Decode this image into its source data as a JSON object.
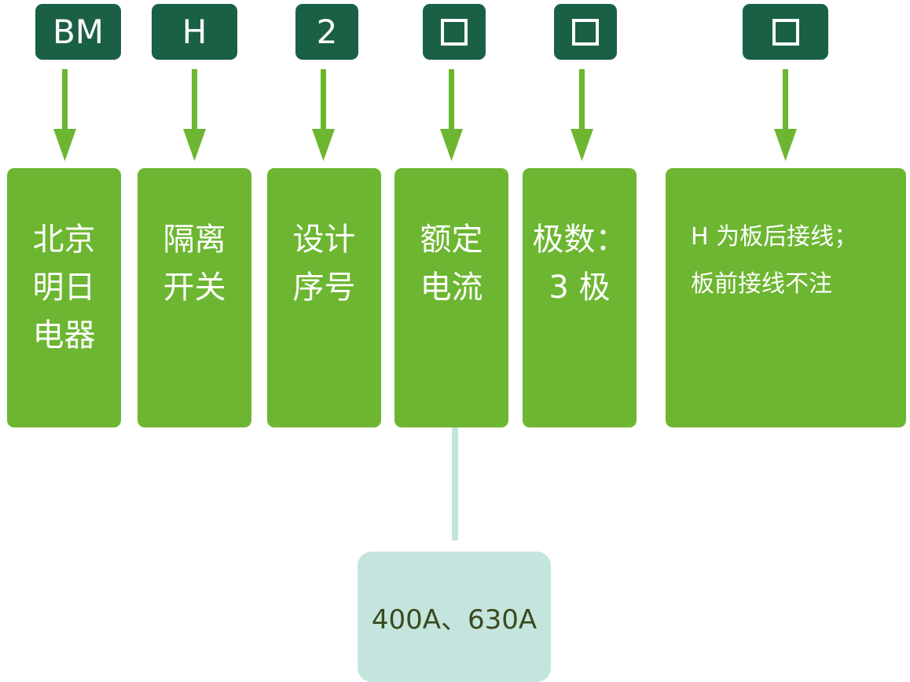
{
  "colors": {
    "code_box": "#1a6045",
    "desc_box": "#6db631",
    "arrow": "#6db631",
    "note_box": "#c4e5de",
    "note_text": "#3a4a1d"
  },
  "segments": [
    {
      "code": "BM",
      "placeholder": false,
      "desc": "北京\n明日\n电器"
    },
    {
      "code": "H",
      "placeholder": false,
      "desc": "隔离\n开关"
    },
    {
      "code": "2",
      "placeholder": false,
      "desc": "设计\n序号"
    },
    {
      "code": "",
      "placeholder": true,
      "desc": "额定\n电流"
    },
    {
      "code": "",
      "placeholder": true,
      "desc": "极数：\n3 极"
    },
    {
      "code": "",
      "placeholder": true,
      "desc": "H 为板后接线；\n板前接线不注"
    }
  ],
  "current_note": "400A、630A"
}
